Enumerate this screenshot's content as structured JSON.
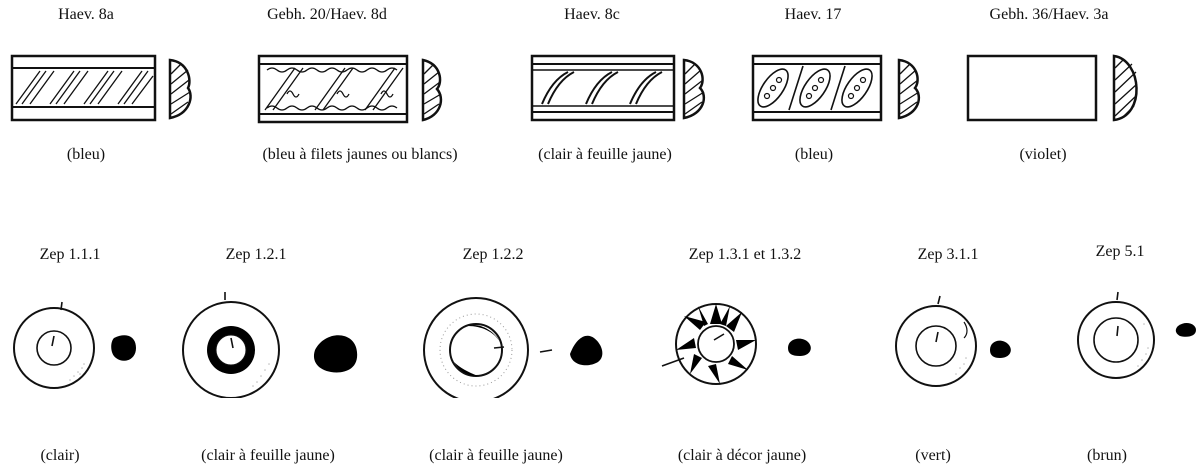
{
  "top_row": [
    {
      "id": "haev8a",
      "type": "Haev. 8a",
      "color": "(bleu)"
    },
    {
      "id": "gebh20",
      "type": "Gebh. 20/Haev. 8d",
      "color": "(bleu à filets jaunes ou blancs)"
    },
    {
      "id": "haev8c",
      "type": "Haev. 8c",
      "color": "(clair à feuille jaune)"
    },
    {
      "id": "haev17",
      "type": "Haev. 17",
      "color": "(bleu)"
    },
    {
      "id": "gebh36",
      "type": "Gebh. 36/Haev. 3a",
      "color": "(violet)"
    }
  ],
  "bottom_row": [
    {
      "id": "zep111",
      "type": "Zep 1.1.1",
      "color": "(clair)"
    },
    {
      "id": "zep121",
      "type": "Zep 1.2.1",
      "color": "(clair à feuille jaune)"
    },
    {
      "id": "zep122",
      "type": "Zep 1.2.2",
      "color": "(clair à feuille jaune)"
    },
    {
      "id": "zep131",
      "type": "Zep 1.3.1 et 1.3.2",
      "color": "(clair à décor jaune)"
    },
    {
      "id": "zep311",
      "type": "Zep 3.1.1",
      "color": "(vert)"
    },
    {
      "id": "zep51",
      "type": "Zep 5.1",
      "color": "(brun)"
    }
  ]
}
